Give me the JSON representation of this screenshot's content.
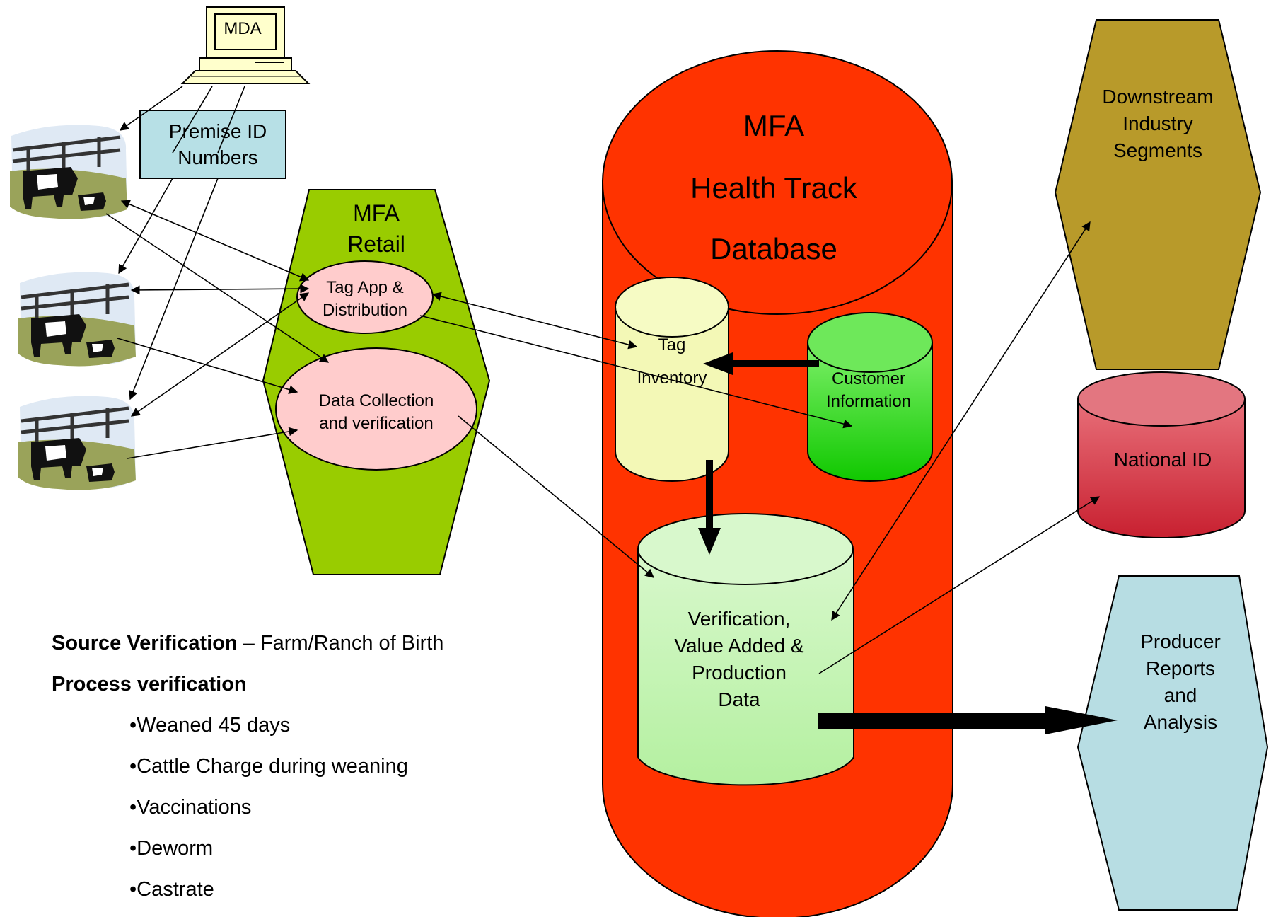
{
  "computer": {
    "label": "MDA"
  },
  "premise": {
    "line1": "Premise ID",
    "line2": "Numbers"
  },
  "retail": {
    "title1": "MFA",
    "title2": "Retail",
    "tag_app1": "Tag App &",
    "tag_app2": "Distribution",
    "data_coll1": "Data Collection",
    "data_coll2": "and verification"
  },
  "database": {
    "title1": "MFA",
    "title2": "Health Track",
    "title3": "Database",
    "tag1": "Tag",
    "tag2": "Inventory",
    "customer1": "Customer",
    "customer2": "Information",
    "verification": [
      "Verification,",
      "Value Added &",
      "Production",
      "Data"
    ]
  },
  "downstream": [
    "Downstream",
    "Industry",
    "Segments"
  ],
  "national_id": "National ID",
  "producer": [
    "Producer",
    "Reports",
    "and",
    "Analysis"
  ],
  "notes": {
    "source_bold": "Source Verification",
    "source_rest": " – Farm/Ranch of Birth",
    "process_bold": "Process verification",
    "bullets": [
      "•Weaned 45 days",
      "•Cattle Charge during weaning",
      "•Vaccinations",
      "•Deworm",
      "•Castrate"
    ]
  },
  "colors": {
    "database": "#ff3300",
    "retail": "#99cc00",
    "premise": "#b7e0e6",
    "downstream": "#b89a2a",
    "national_id": "#cc2233",
    "producer": "#b7dde3",
    "tag_inventory": "#f3f8b6",
    "customer": "#16d400",
    "verification": "#b9f2a8",
    "retail_ovals": "#ffcccc"
  }
}
